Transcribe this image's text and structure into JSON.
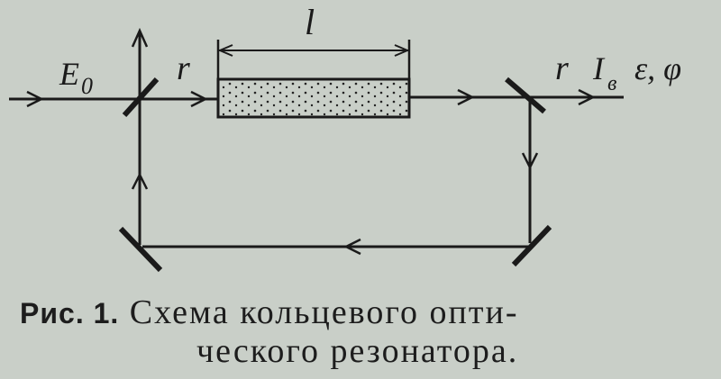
{
  "labels": {
    "input_field": "E",
    "input_field_sub": "0",
    "reflectance_left": "r",
    "crystal_length": "l",
    "reflectance_right": "r",
    "output_intensity": "I",
    "output_intensity_sub": "в",
    "output_params": "ε, φ"
  },
  "caption": {
    "prefix": "Рис. 1.",
    "line1": "Схема кольцевого опти-",
    "line2": "ческого резонатора."
  }
}
